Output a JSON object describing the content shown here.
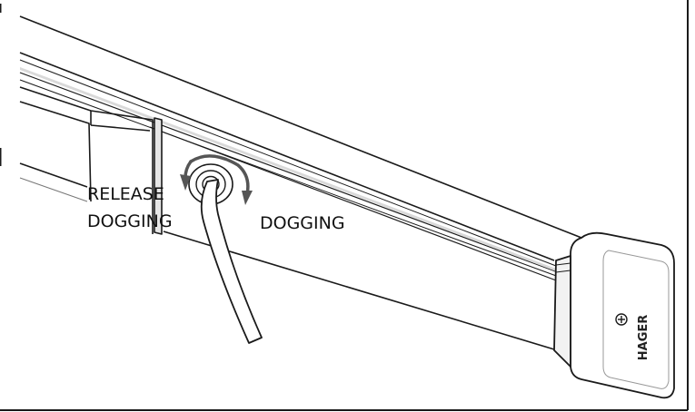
{
  "labels": {
    "release_line1": "RELEASE",
    "release_line2": "DOGGING",
    "dogging": "DOGGING"
  },
  "brand": {
    "logo_text": "HAGER"
  },
  "colors": {
    "line": "#1a1a1a",
    "shade": "#bdbdbd",
    "arrow": "#555555",
    "background": "#ffffff"
  },
  "icons": {
    "rotation_arrows": "curved-double-arrow-icon",
    "hex_key": "allen-wrench-icon",
    "screw": "phillips-screw-icon"
  }
}
